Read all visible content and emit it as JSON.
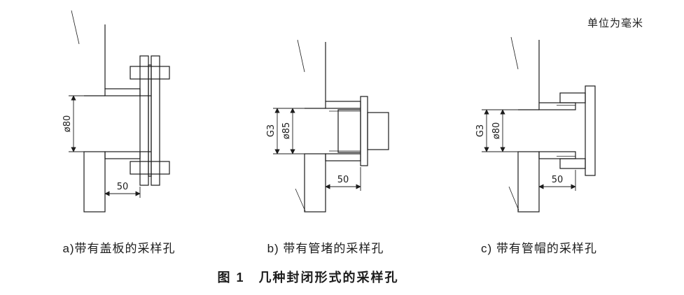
{
  "header": {
    "unit_note": "单位为毫米"
  },
  "caption": "图 1　几种封闭形式的采样孔",
  "figures": [
    {
      "id": "a",
      "label": "a)带有盖板的采样孔",
      "closure": "盖板",
      "dims": {
        "diameter": "ø80",
        "length": "50"
      }
    },
    {
      "id": "b",
      "label": "b) 带有管堵的采样孔",
      "closure": "管堵",
      "dims": {
        "thread": "G3",
        "diameter": "ø85",
        "length": "50"
      }
    },
    {
      "id": "c",
      "label": "c) 带有管帽的采样孔",
      "closure": "管帽",
      "dims": {
        "thread": "G3",
        "diameter": "ø80",
        "length": "50"
      }
    }
  ]
}
